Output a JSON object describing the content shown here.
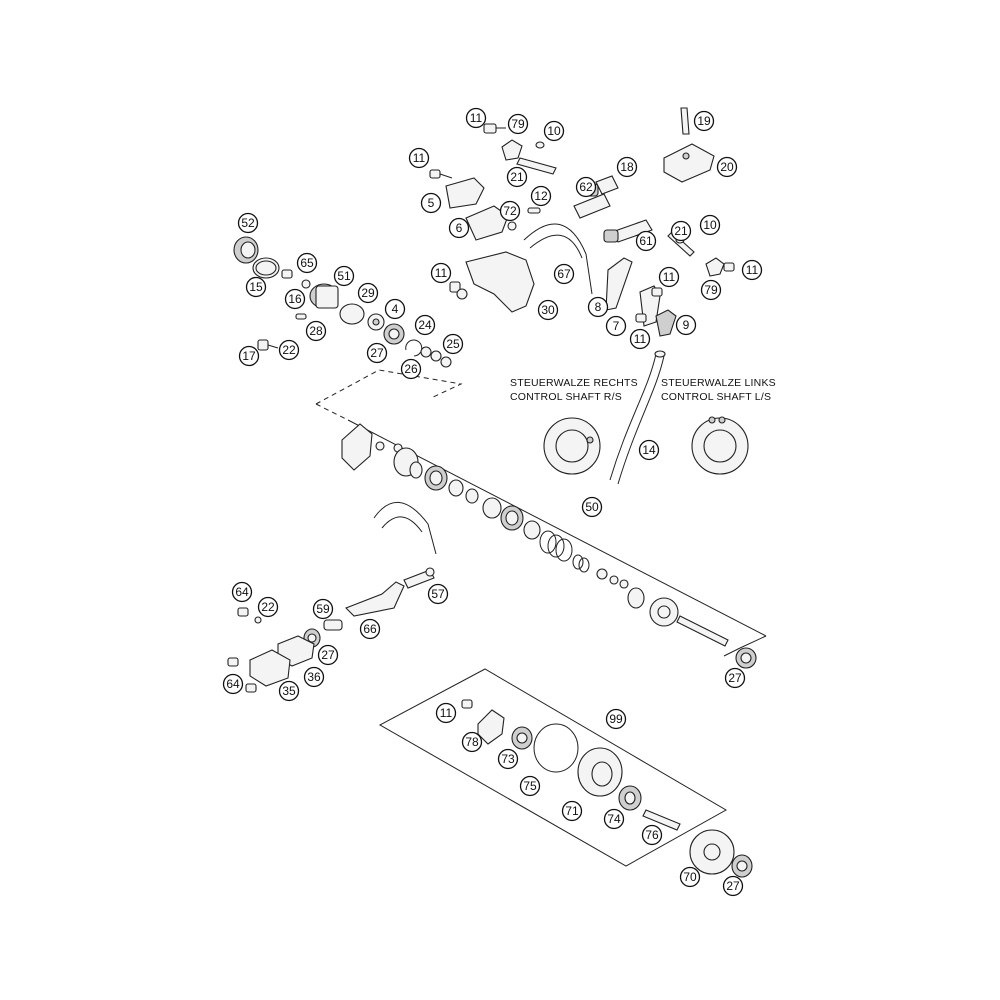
{
  "captions": {
    "right_de": "STEUERWALZE RECHTS",
    "right_en": "CONTROL SHAFT R/S",
    "left_de": "STEUERWALZE LINKS",
    "left_en": "CONTROL SHAFT L/S"
  },
  "callouts": [
    {
      "id": "c1",
      "label": "11"
    },
    {
      "id": "c2",
      "label": "79"
    },
    {
      "id": "c3",
      "label": "10"
    },
    {
      "id": "c4",
      "label": "19"
    },
    {
      "id": "c5",
      "label": "20"
    },
    {
      "id": "c6",
      "label": "11"
    },
    {
      "id": "c7",
      "label": "18"
    },
    {
      "id": "c8",
      "label": "21"
    },
    {
      "id": "c9",
      "label": "62"
    },
    {
      "id": "c10",
      "label": "5"
    },
    {
      "id": "c11",
      "label": "12"
    },
    {
      "id": "c12",
      "label": "72"
    },
    {
      "id": "c13",
      "label": "6"
    },
    {
      "id": "c14",
      "label": "21"
    },
    {
      "id": "c15",
      "label": "10"
    },
    {
      "id": "c16",
      "label": "61"
    },
    {
      "id": "c17",
      "label": "52"
    },
    {
      "id": "c18",
      "label": "65"
    },
    {
      "id": "c19",
      "label": "51"
    },
    {
      "id": "c20",
      "label": "67"
    },
    {
      "id": "c21",
      "label": "11"
    },
    {
      "id": "c22",
      "label": "15"
    },
    {
      "id": "c23",
      "label": "16"
    },
    {
      "id": "c24",
      "label": "29"
    },
    {
      "id": "c25",
      "label": "11"
    },
    {
      "id": "c26",
      "label": "79"
    },
    {
      "id": "c27",
      "label": "11"
    },
    {
      "id": "c28",
      "label": "4"
    },
    {
      "id": "c29",
      "label": "30"
    },
    {
      "id": "c30",
      "label": "8"
    },
    {
      "id": "c31",
      "label": "28"
    },
    {
      "id": "c32",
      "label": "24"
    },
    {
      "id": "c33",
      "label": "7"
    },
    {
      "id": "c34",
      "label": "9"
    },
    {
      "id": "c35",
      "label": "17"
    },
    {
      "id": "c36",
      "label": "22"
    },
    {
      "id": "c37",
      "label": "27"
    },
    {
      "id": "c38",
      "label": "11"
    },
    {
      "id": "c39",
      "label": "25"
    },
    {
      "id": "c40",
      "label": "26"
    },
    {
      "id": "c41",
      "label": "14"
    },
    {
      "id": "c42",
      "label": "50"
    },
    {
      "id": "c43",
      "label": "57"
    },
    {
      "id": "c44",
      "label": "64"
    },
    {
      "id": "c45",
      "label": "22"
    },
    {
      "id": "c46",
      "label": "59"
    },
    {
      "id": "c47",
      "label": "66"
    },
    {
      "id": "c48",
      "label": "27"
    },
    {
      "id": "c49",
      "label": "27"
    },
    {
      "id": "c50",
      "label": "36"
    },
    {
      "id": "c51",
      "label": "64"
    },
    {
      "id": "c52",
      "label": "35"
    },
    {
      "id": "c53",
      "label": "11"
    },
    {
      "id": "c54",
      "label": "99"
    },
    {
      "id": "c55",
      "label": "78"
    },
    {
      "id": "c56",
      "label": "73"
    },
    {
      "id": "c57",
      "label": "75"
    },
    {
      "id": "c58",
      "label": "71"
    },
    {
      "id": "c59",
      "label": "74"
    },
    {
      "id": "c60",
      "label": "76"
    },
    {
      "id": "c61",
      "label": "70"
    },
    {
      "id": "c62",
      "label": "27"
    }
  ]
}
